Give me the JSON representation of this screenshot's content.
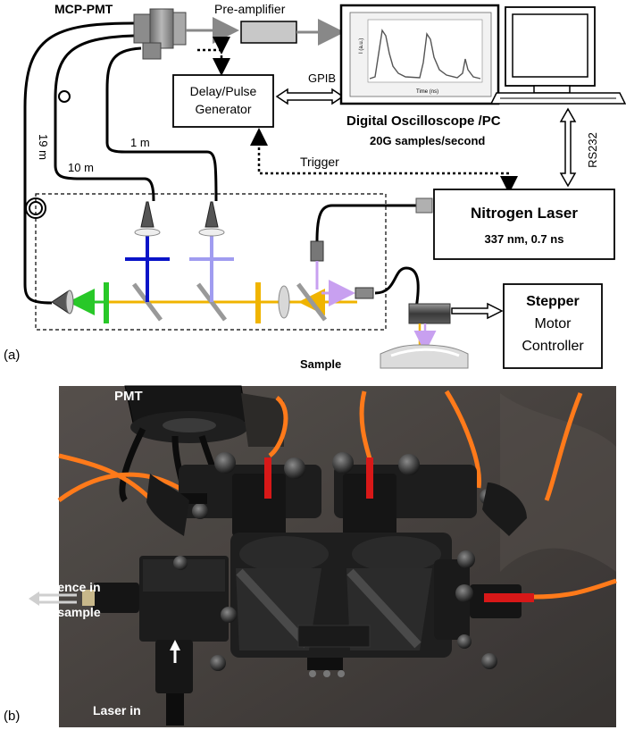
{
  "panel_a": {
    "panel_label": "(a)",
    "mcp_pmt": "MCP-PMT",
    "pre_amplifier": "Pre-amplifier",
    "delay_pulse_line1": "Delay/Pulse",
    "delay_pulse_line2": "Generator",
    "gpib": "GPIB",
    "oscilloscope_title": "Digital Oscilloscope /PC",
    "oscilloscope_rate": "20G  samples/second",
    "scope_ylabel": "I (a.u.)",
    "scope_xlabel": "Time (ns)",
    "rs232": "RS232",
    "trigger": "Trigger",
    "fiber_19m": "19 m",
    "fiber_10m": "10 m",
    "fiber_1m": "1 m",
    "laser_title": "Nitrogen Laser",
    "laser_spec": "337 nm, 0.7 ns",
    "stepper_line1": "Stepper",
    "stepper_line2": "Motor",
    "stepper_line3": "Controller",
    "sample": "Sample",
    "colors": {
      "blue_channel": "#0a14c8",
      "lavender_channel": "#a09cf0",
      "excitation_path": "#f0b400",
      "green_channel": "#28c828",
      "uv_arrow": "#c8a0f0"
    }
  },
  "panel_b": {
    "panel_label": "(b)",
    "pmt": "PMT",
    "fluorescence_in": "Fluorescence in",
    "laser_to_sample": "Laser to sample",
    "laser_in": "Laser in"
  }
}
